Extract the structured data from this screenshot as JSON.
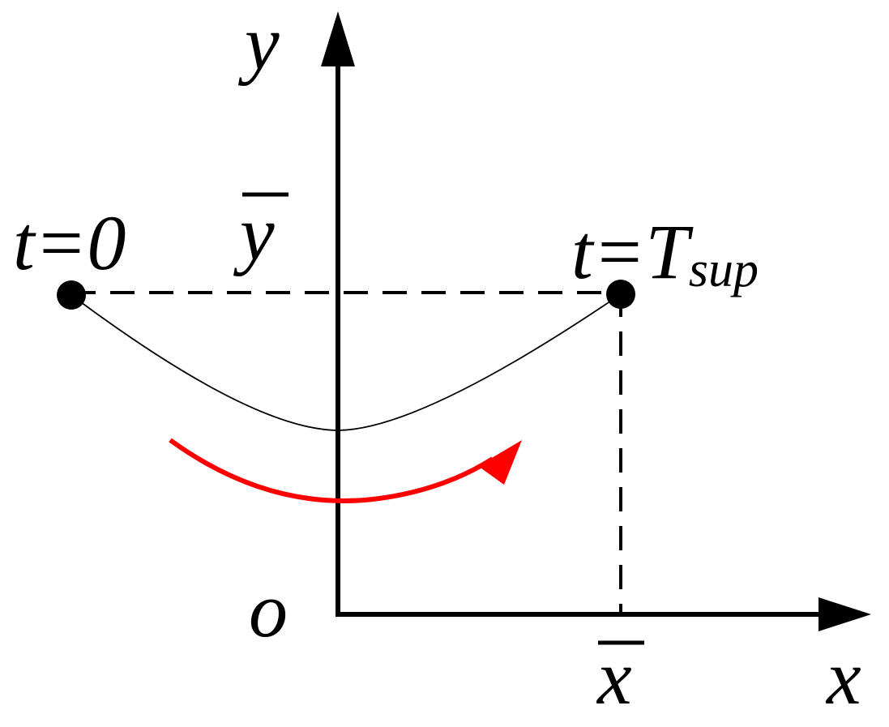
{
  "axes": {
    "x_label": "x",
    "y_label": "y",
    "origin_label": "o"
  },
  "marks": {
    "x_bar": "x",
    "y_bar": "y"
  },
  "points": {
    "start_label": "t=0",
    "end_label_main": "t=T",
    "end_label_sub": "sup"
  },
  "colors": {
    "axis": "#000000",
    "trajectory": "#000000",
    "direction_arrow": "#ff0000"
  }
}
